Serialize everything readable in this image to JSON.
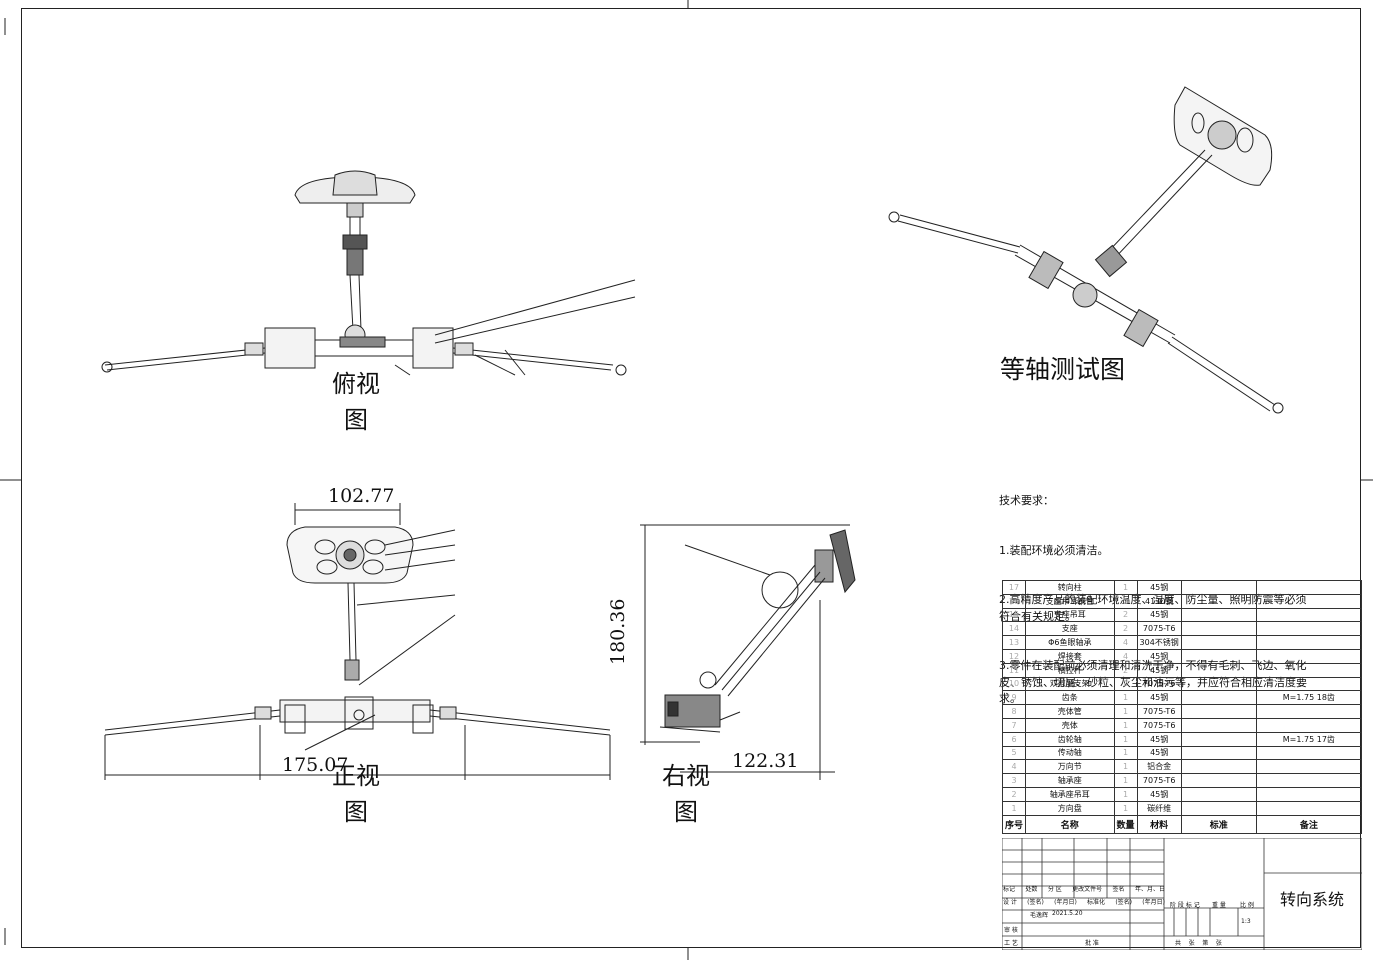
{
  "views": {
    "top": "俯视图",
    "front": "正视图",
    "right": "右视图",
    "iso": "等轴测试图"
  },
  "dimensions": {
    "width_top": "102.77",
    "length_bottom": "175.07",
    "height_right": "180.36",
    "depth_right": "122.31"
  },
  "tech_requirements": {
    "heading": "技术要求：",
    "items": [
      "1.装配环境必须清洁。",
      "2.高精度产品的装配环境温度、湿度、防尘量、照明防震等必须符合有关规定。",
      "3.零件在装配前必须清理和清洗干净，不得有毛刺、飞边、氧化皮、锈蚀、切屑、砂粒、灰尘和油污等，并应符合相应清洁度要求。"
    ]
  },
  "bom": {
    "headers": [
      "序号",
      "名称",
      "数量",
      "材料",
      "标准",
      "备注"
    ],
    "rows": [
      [
        "17",
        "转向柱",
        "1",
        "45钢",
        "",
        ""
      ],
      [
        "16",
        "支座吊耳钢管",
        "2",
        "4130钢",
        "",
        ""
      ],
      [
        "15",
        "支座吊耳",
        "2",
        "45钢",
        "",
        ""
      ],
      [
        "14",
        "支座",
        "2",
        "7075-T6",
        "",
        ""
      ],
      [
        "13",
        "Φ6鱼眼轴承",
        "4",
        "304不锈钢",
        "",
        ""
      ],
      [
        "12",
        "焊接套",
        "4",
        "45钢",
        "",
        ""
      ],
      [
        "11",
        "横拉杆",
        "2",
        "45钢",
        "",
        ""
      ],
      [
        "10",
        "双剪型支架",
        "2",
        "7075-T6",
        "",
        ""
      ],
      [
        "9",
        "齿条",
        "1",
        "45钢",
        "",
        "M=1.75 18齿"
      ],
      [
        "8",
        "壳体管",
        "1",
        "7075-T6",
        "",
        ""
      ],
      [
        "7",
        "壳体",
        "1",
        "7075-T6",
        "",
        ""
      ],
      [
        "6",
        "齿轮轴",
        "1",
        "45钢",
        "",
        "M=1.75 17齿"
      ],
      [
        "5",
        "传动轴",
        "1",
        "45钢",
        "",
        ""
      ],
      [
        "4",
        "万向节",
        "1",
        "铝合金",
        "",
        ""
      ],
      [
        "3",
        "轴承座",
        "1",
        "7075-T6",
        "",
        ""
      ],
      [
        "2",
        "轴承座吊耳",
        "1",
        "45钢",
        "",
        ""
      ],
      [
        "1",
        "方向盘",
        "1",
        "碳纤维",
        "",
        ""
      ]
    ]
  },
  "title_block": {
    "title": "转向系统",
    "row_a": [
      "标记",
      "处数",
      "分 区",
      "更改文件号",
      "签名",
      "年、月、日"
    ],
    "row_b": [
      "设 计",
      "(签名)",
      "(年月日)",
      "标准化",
      "(签名)",
      "(年月日)"
    ],
    "row_c": [
      "毛逸辉",
      "2021.5.20"
    ],
    "stage_labels": [
      "阶 段 标 记",
      "重 量",
      "比 例"
    ],
    "scale": "1:3",
    "review": "审 核",
    "process": "工 艺",
    "approve": "批 准",
    "sheet": "共    张    第    张"
  }
}
